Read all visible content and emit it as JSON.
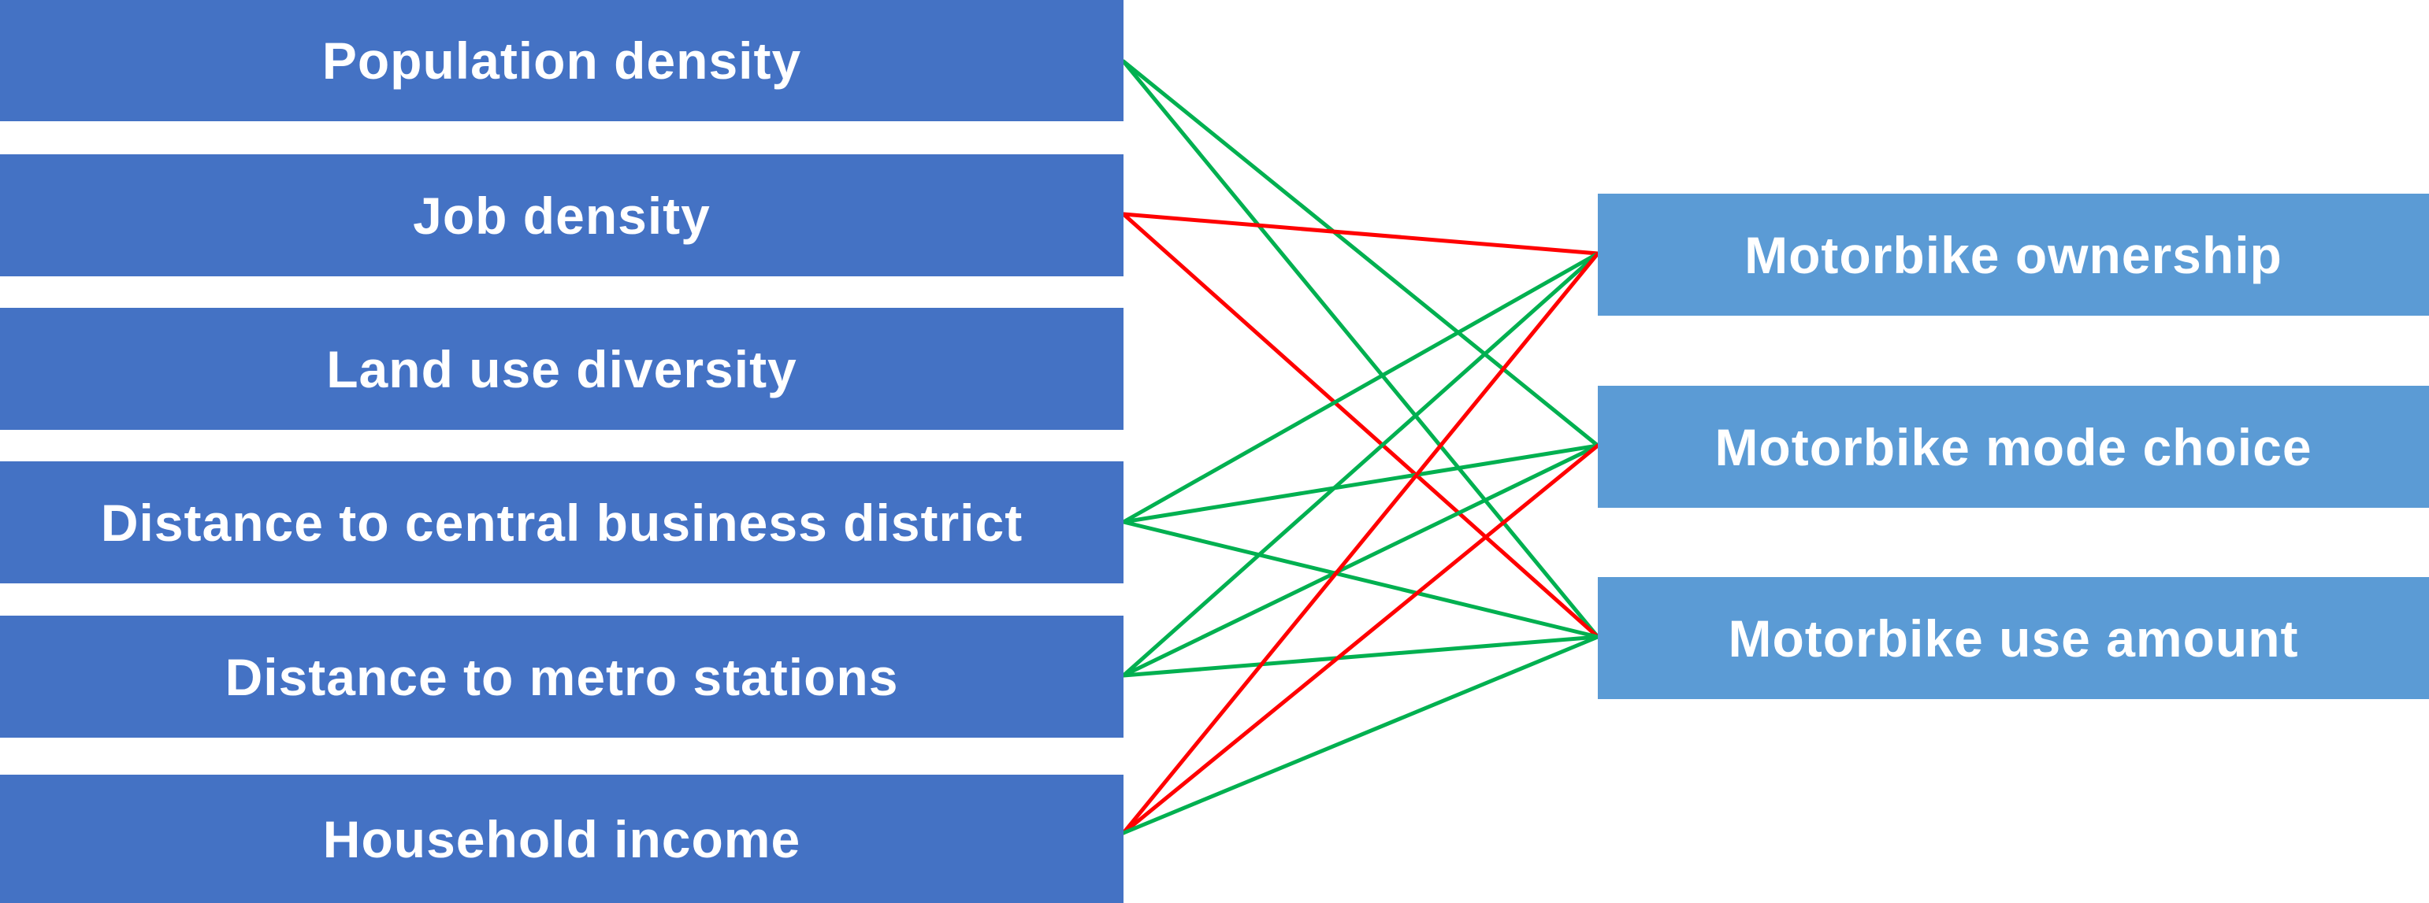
{
  "colors": {
    "factor_box": "#4472C4",
    "outcome_box": "#5B9BD5",
    "positive_link": "#00B050",
    "negative_link": "#FF0000",
    "text": "#FFFFFF"
  },
  "factors": [
    {
      "id": "population-density",
      "label": "Population density"
    },
    {
      "id": "job-density",
      "label": "Job density"
    },
    {
      "id": "land-use-diversity",
      "label": "Land use diversity"
    },
    {
      "id": "distance-cbd",
      "label": "Distance to central business district"
    },
    {
      "id": "distance-metro",
      "label": "Distance to metro stations"
    },
    {
      "id": "household-income",
      "label": "Household income"
    }
  ],
  "outcomes": [
    {
      "id": "motorbike-ownership",
      "label": "Motorbike ownership"
    },
    {
      "id": "motorbike-mode-choice",
      "label": "Motorbike mode choice"
    },
    {
      "id": "motorbike-use-amount",
      "label": "Motorbike use amount"
    }
  ],
  "links": [
    {
      "from": "population-density",
      "to": "motorbike-mode-choice",
      "effect": "positive"
    },
    {
      "from": "population-density",
      "to": "motorbike-use-amount",
      "effect": "positive"
    },
    {
      "from": "job-density",
      "to": "motorbike-ownership",
      "effect": "negative"
    },
    {
      "from": "job-density",
      "to": "motorbike-use-amount",
      "effect": "negative"
    },
    {
      "from": "distance-cbd",
      "to": "motorbike-ownership",
      "effect": "positive"
    },
    {
      "from": "distance-cbd",
      "to": "motorbike-mode-choice",
      "effect": "positive"
    },
    {
      "from": "distance-cbd",
      "to": "motorbike-use-amount",
      "effect": "positive"
    },
    {
      "from": "distance-metro",
      "to": "motorbike-ownership",
      "effect": "positive"
    },
    {
      "from": "distance-metro",
      "to": "motorbike-mode-choice",
      "effect": "positive"
    },
    {
      "from": "distance-metro",
      "to": "motorbike-use-amount",
      "effect": "positive"
    },
    {
      "from": "household-income",
      "to": "motorbike-ownership",
      "effect": "negative"
    },
    {
      "from": "household-income",
      "to": "motorbike-mode-choice",
      "effect": "negative"
    },
    {
      "from": "household-income",
      "to": "motorbike-use-amount",
      "effect": "positive"
    }
  ]
}
